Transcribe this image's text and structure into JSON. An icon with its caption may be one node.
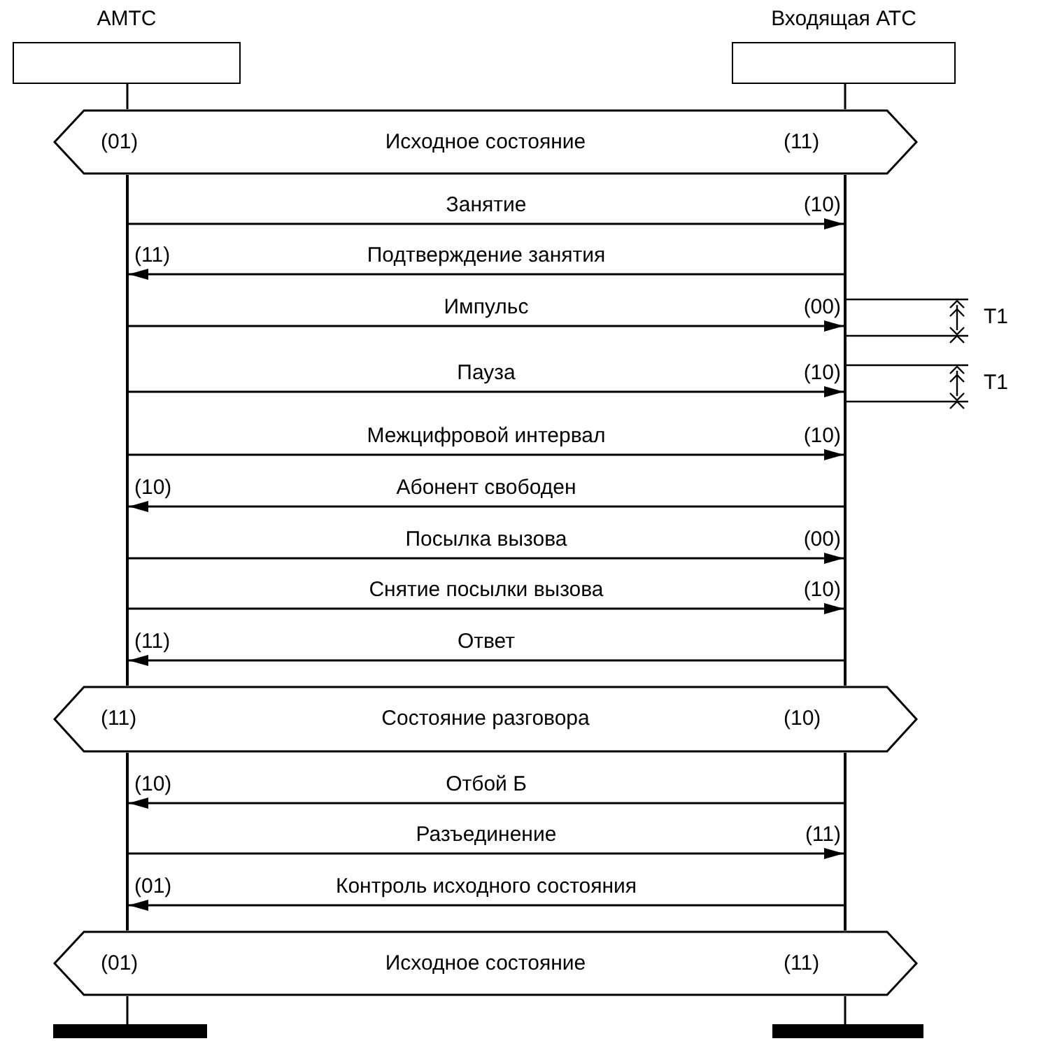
{
  "diagram": {
    "nodes": [
      {
        "text": [
          "АМТС"
        ]
      },
      {
        "text": [
          "Входящая АТС"
        ]
      },
      {
        "text": [
          "(01)",
          "Исходное состояние",
          "(11)"
        ]
      },
      {
        "text": [],
        "shape": "line"
      },
      {
        "text": [],
        "shape": "line"
      },
      {
        "text": [
          "(11)",
          "Состояние разговора",
          "(10)"
        ]
      },
      {
        "text": [],
        "shape": "line"
      },
      {
        "text": [],
        "shape": "line"
      },
      {
        "text": [
          "(01)",
          "Исходное состояние",
          "(11)"
        ]
      },
      {
        "text": [],
        "shape": "bar"
      },
      {
        "text": [],
        "shape": "bar"
      }
    ],
    "edges": [
      {
        "from": 0,
        "to": 2,
        "arrow": "none"
      },
      {
        "from": 1,
        "to": 2,
        "arrow": "none"
      },
      {
        "from": 3,
        "to": 4,
        "label": "Занятие",
        "arrow": "to"
      },
      {
        "from": 4,
        "to": 3,
        "label": "Подтверждение занятия",
        "arrow": "to"
      },
      {
        "from": 3,
        "to": 4,
        "label": "Импульс",
        "arrow": "to"
      },
      {
        "from": 3,
        "to": 4,
        "label": "Пауза",
        "arrow": "to"
      },
      {
        "from": 3,
        "to": 4,
        "label": "Межцифровой интервал",
        "arrow": "to"
      },
      {
        "from": 4,
        "to": 3,
        "label": "Абонент свободен",
        "arrow": "to"
      },
      {
        "from": 3,
        "to": 4,
        "label": "Посылка вызова",
        "arrow": "to"
      },
      {
        "from": 3,
        "to": 4,
        "label": "Снятие посылки вызова",
        "arrow": "to"
      },
      {
        "from": 4,
        "to": 3,
        "label": "Ответ",
        "arrow": "to"
      },
      {
        "from": 7,
        "to": 6,
        "label": "Отбой Б",
        "arrow": "to"
      },
      {
        "from": 6,
        "to": 7,
        "label": "Разъединение",
        "arrow": "to"
      },
      {
        "from": 7,
        "to": 6,
        "label": "Контроль исходного состояния",
        "arrow": "to"
      },
      {
        "from": 8,
        "to": 9,
        "arrow": "none"
      },
      {
        "from": 8,
        "to": 10,
        "arrow": "none"
      }
    ],
    "labels": [
      "(10)",
      "(11)",
      "(00)",
      "(10)",
      "(10)",
      "(10)",
      "(00)",
      "(10)",
      "(11)",
      "(10)",
      "(11)",
      "(01)",
      "T1",
      "T1"
    ]
  }
}
